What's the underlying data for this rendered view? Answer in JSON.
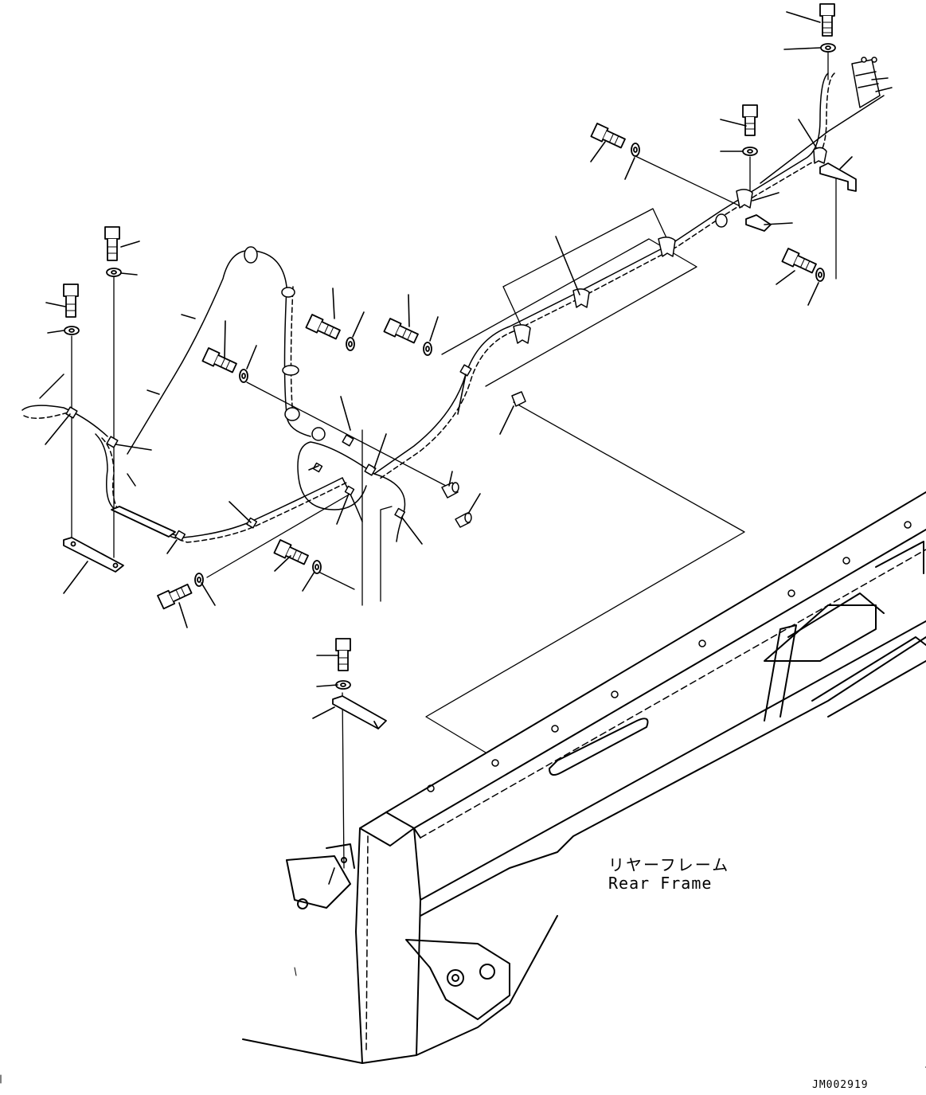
{
  "figure": {
    "label_jp": "リヤーフレーム",
    "label_en": "Rear Frame",
    "drawing_code": "JM002919"
  },
  "parts": [
    {
      "name": "bolt"
    },
    {
      "name": "washer"
    },
    {
      "name": "clamp"
    },
    {
      "name": "bracket"
    },
    {
      "name": "spacer"
    },
    {
      "name": "grease-hose"
    },
    {
      "name": "grease-block"
    }
  ]
}
